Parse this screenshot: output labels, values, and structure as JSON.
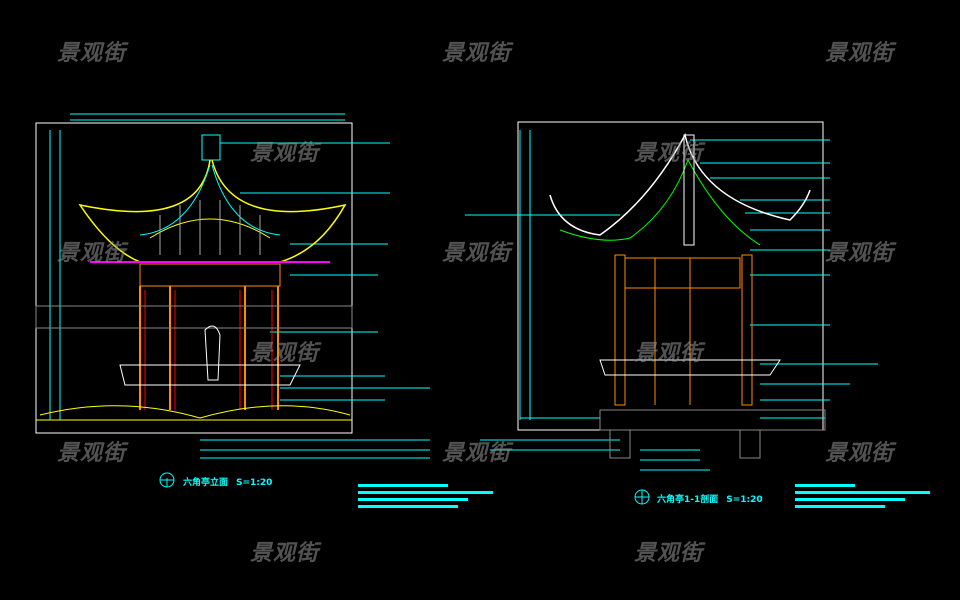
{
  "watermark": "景观街",
  "drawings": [
    {
      "title": "六角亭立面",
      "scale": "S=1:20"
    },
    {
      "title": "六角亭1-1剖面",
      "scale": "S=1:20"
    }
  ],
  "colors": {
    "background": "#000000",
    "dimension": "#00ffff",
    "roof": "#ffff00",
    "frame": "#ff8c00",
    "column": "#ff0000",
    "outline": "#ffffff"
  }
}
